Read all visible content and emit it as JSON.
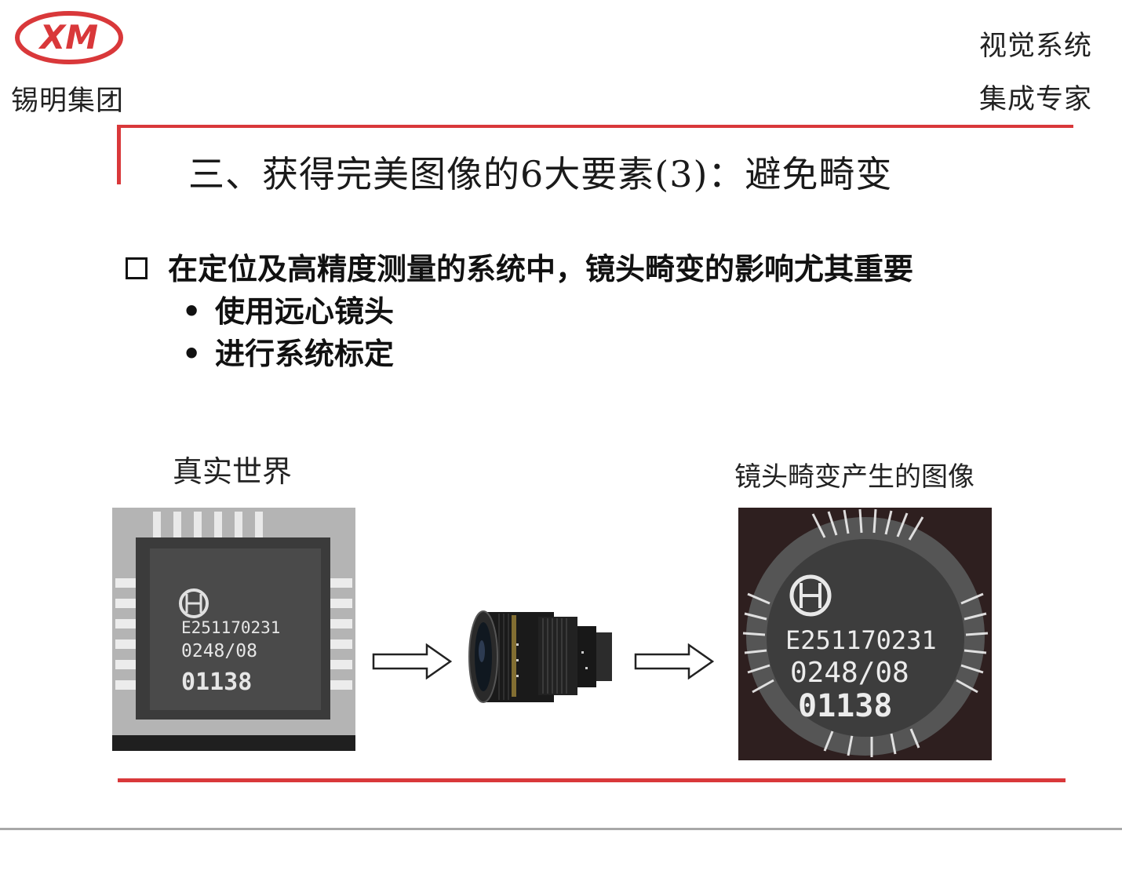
{
  "header": {
    "logo_letters": "XM",
    "company": "锡明集团",
    "tagline_line1": "视觉系统",
    "tagline_line2": "集成专家"
  },
  "slide": {
    "title": "三、获得完美图像的6大要素(3)：避免畸变",
    "main_point": "在定位及高精度测量的系统中，镜头畸变的影响尤其重要",
    "sub_points": [
      "使用远心镜头",
      "进行系统标定"
    ],
    "bullet_glyph": "•"
  },
  "figure": {
    "left_caption": "真实世界",
    "right_caption": "镜头畸变产生的图像",
    "chip_text": [
      "E251170231",
      "0248/08",
      "01138"
    ],
    "icons": [
      "bosch-logo-icon",
      "camera-lens-icon",
      "right-arrow-icon"
    ]
  },
  "colors": {
    "accent_red": "#d9383a",
    "divider_gray": "#a8a8a8",
    "distorted_bg": "#2e1f1f"
  }
}
